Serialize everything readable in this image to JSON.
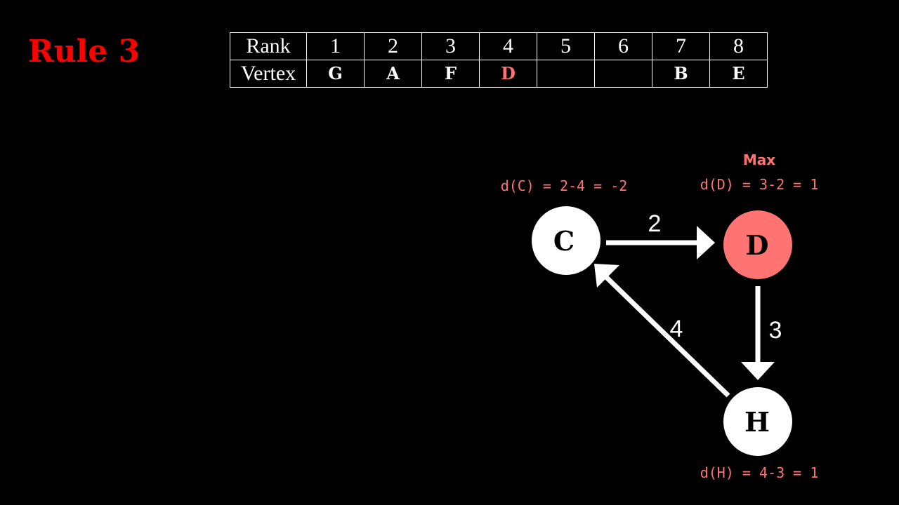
{
  "title": "Rule 3",
  "colors": {
    "background": "#000000",
    "title": "#ff0000",
    "highlight": "#ff7373",
    "foreground": "#ffffff"
  },
  "table": {
    "header_label": "Rank",
    "row_label": "Vertex",
    "ranks": [
      "1",
      "2",
      "3",
      "4",
      "5",
      "6",
      "7",
      "8"
    ],
    "vertices": [
      "G",
      "A",
      "F",
      "D",
      "",
      "",
      "B",
      "E"
    ],
    "highlighted_rank": "4"
  },
  "graph": {
    "nodes": [
      {
        "id": "C",
        "label": "C",
        "highlighted": false,
        "annotation": "d(C) = 2-4 = -2"
      },
      {
        "id": "D",
        "label": "D",
        "highlighted": true,
        "annotation": "d(D) = 3-2 = 1",
        "tag": "Max"
      },
      {
        "id": "H",
        "label": "H",
        "highlighted": false,
        "annotation": "d(H) = 4-3 = 1"
      }
    ],
    "edges": [
      {
        "from": "C",
        "to": "D",
        "weight": "2"
      },
      {
        "from": "D",
        "to": "H",
        "weight": "3"
      },
      {
        "from": "H",
        "to": "C",
        "weight": "4"
      }
    ]
  }
}
